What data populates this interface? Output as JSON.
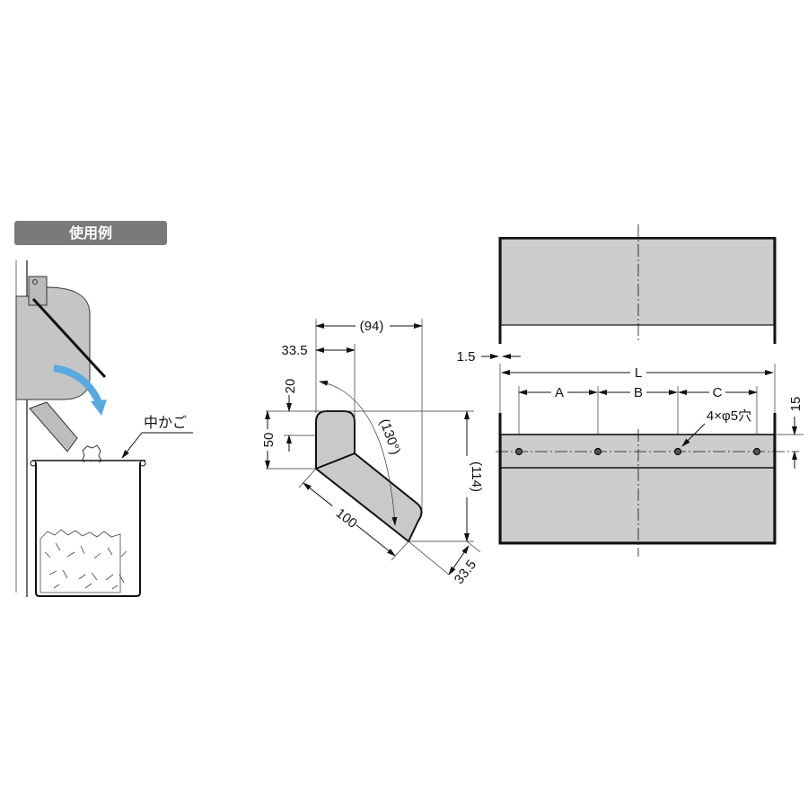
{
  "usage_example": {
    "header": "使用例",
    "basket_label": "中かご",
    "accent_color": "#5aa9e0"
  },
  "side_view": {
    "dim_overall_width": "(94)",
    "dim_top_width": "33.5",
    "dim_20": "20",
    "dim_50": "50",
    "dim_overall_height": "(114)",
    "dim_diagonal_length": "100",
    "dim_end_width": "33.5",
    "angle": "(130°)"
  },
  "front_view": {
    "dim_thickness": "1.5",
    "dim_length": "L",
    "dim_a": "A",
    "dim_b": "B",
    "dim_c": "C",
    "dim_15": "15",
    "hole_note": "4×φ5穴"
  }
}
